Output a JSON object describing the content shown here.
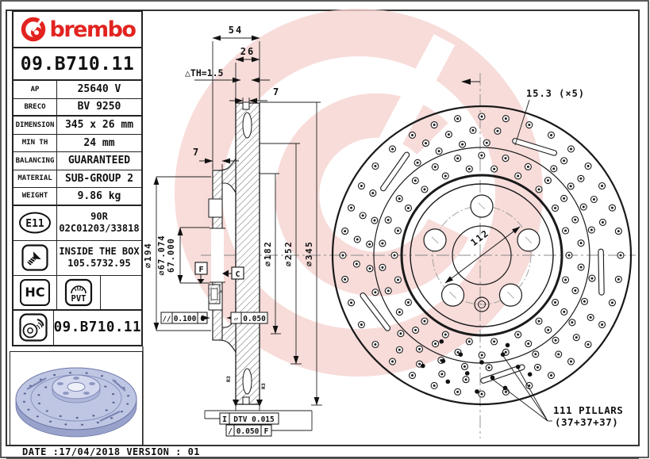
{
  "colors": {
    "brand_red": "#e2231f",
    "watermark_pink": "#f6d4d1",
    "render_blue": "#bfc6e4",
    "render_blue_dark": "#99a2cb",
    "line_black": "#1a1a1a"
  },
  "title_block": {
    "brand": "brembo",
    "part_number": "09.B710.11",
    "rows": [
      {
        "label": "AP",
        "value": "25640 V"
      },
      {
        "label": "BRECO",
        "value": "BV 9250"
      },
      {
        "label": "DIMENSION",
        "value": "345 x 26 mm"
      },
      {
        "label": "MIN TH",
        "value": "24 mm"
      },
      {
        "label": "BALANCING",
        "value": "GUARANTEED"
      },
      {
        "label": "MATERIAL",
        "value": "SUB-GROUP 2"
      },
      {
        "label": "WEIGHT",
        "value": "9.86 kg"
      }
    ],
    "homologation": {
      "badge": "E11",
      "line1": "90R",
      "line2": "02C01203/33818"
    },
    "inside_the_box": {
      "line1": "INSIDE THE BOX",
      "line2": "105.5732.95"
    },
    "badges": {
      "hc": "HC",
      "pvt": "PVT"
    },
    "part_number_footer": "09.B710.11"
  },
  "footer": {
    "date_line": "DATE :17/04/2018 VERSION : 01"
  },
  "section_view": {
    "dim_total_width": "54",
    "dim_band_width": "26",
    "dim_th": "△TH=1.5",
    "dim_hole": "7",
    "dim_wall": "7",
    "dia_194": "∅194",
    "dia_bore_hi": "∅67.074",
    "dia_bore_lo": "67.000",
    "dia_182": "∅182",
    "dia_252": "∅252",
    "dia_345": "∅345",
    "datum_f": "F",
    "datum_c": "C",
    "fcf_parallel": {
      "sym": "//",
      "tol": "0.100",
      "ref": "C"
    },
    "fcf_flat": {
      "sym": "▱",
      "tol": "0.050"
    },
    "fcf_dtv": {
      "sym": "I",
      "text": "DTV 0.015"
    },
    "fcf_runout": {
      "sym": "/",
      "tol": "0.050",
      "ref": "F"
    },
    "radius_label_1": "R3",
    "radius_label_2": "R3"
  },
  "face_view": {
    "slot_dim": "15.3 (×5)",
    "bolt_circle": "112",
    "pillars_line1": "111 PILLARS",
    "pillars_line2": "(37+37+37)"
  }
}
